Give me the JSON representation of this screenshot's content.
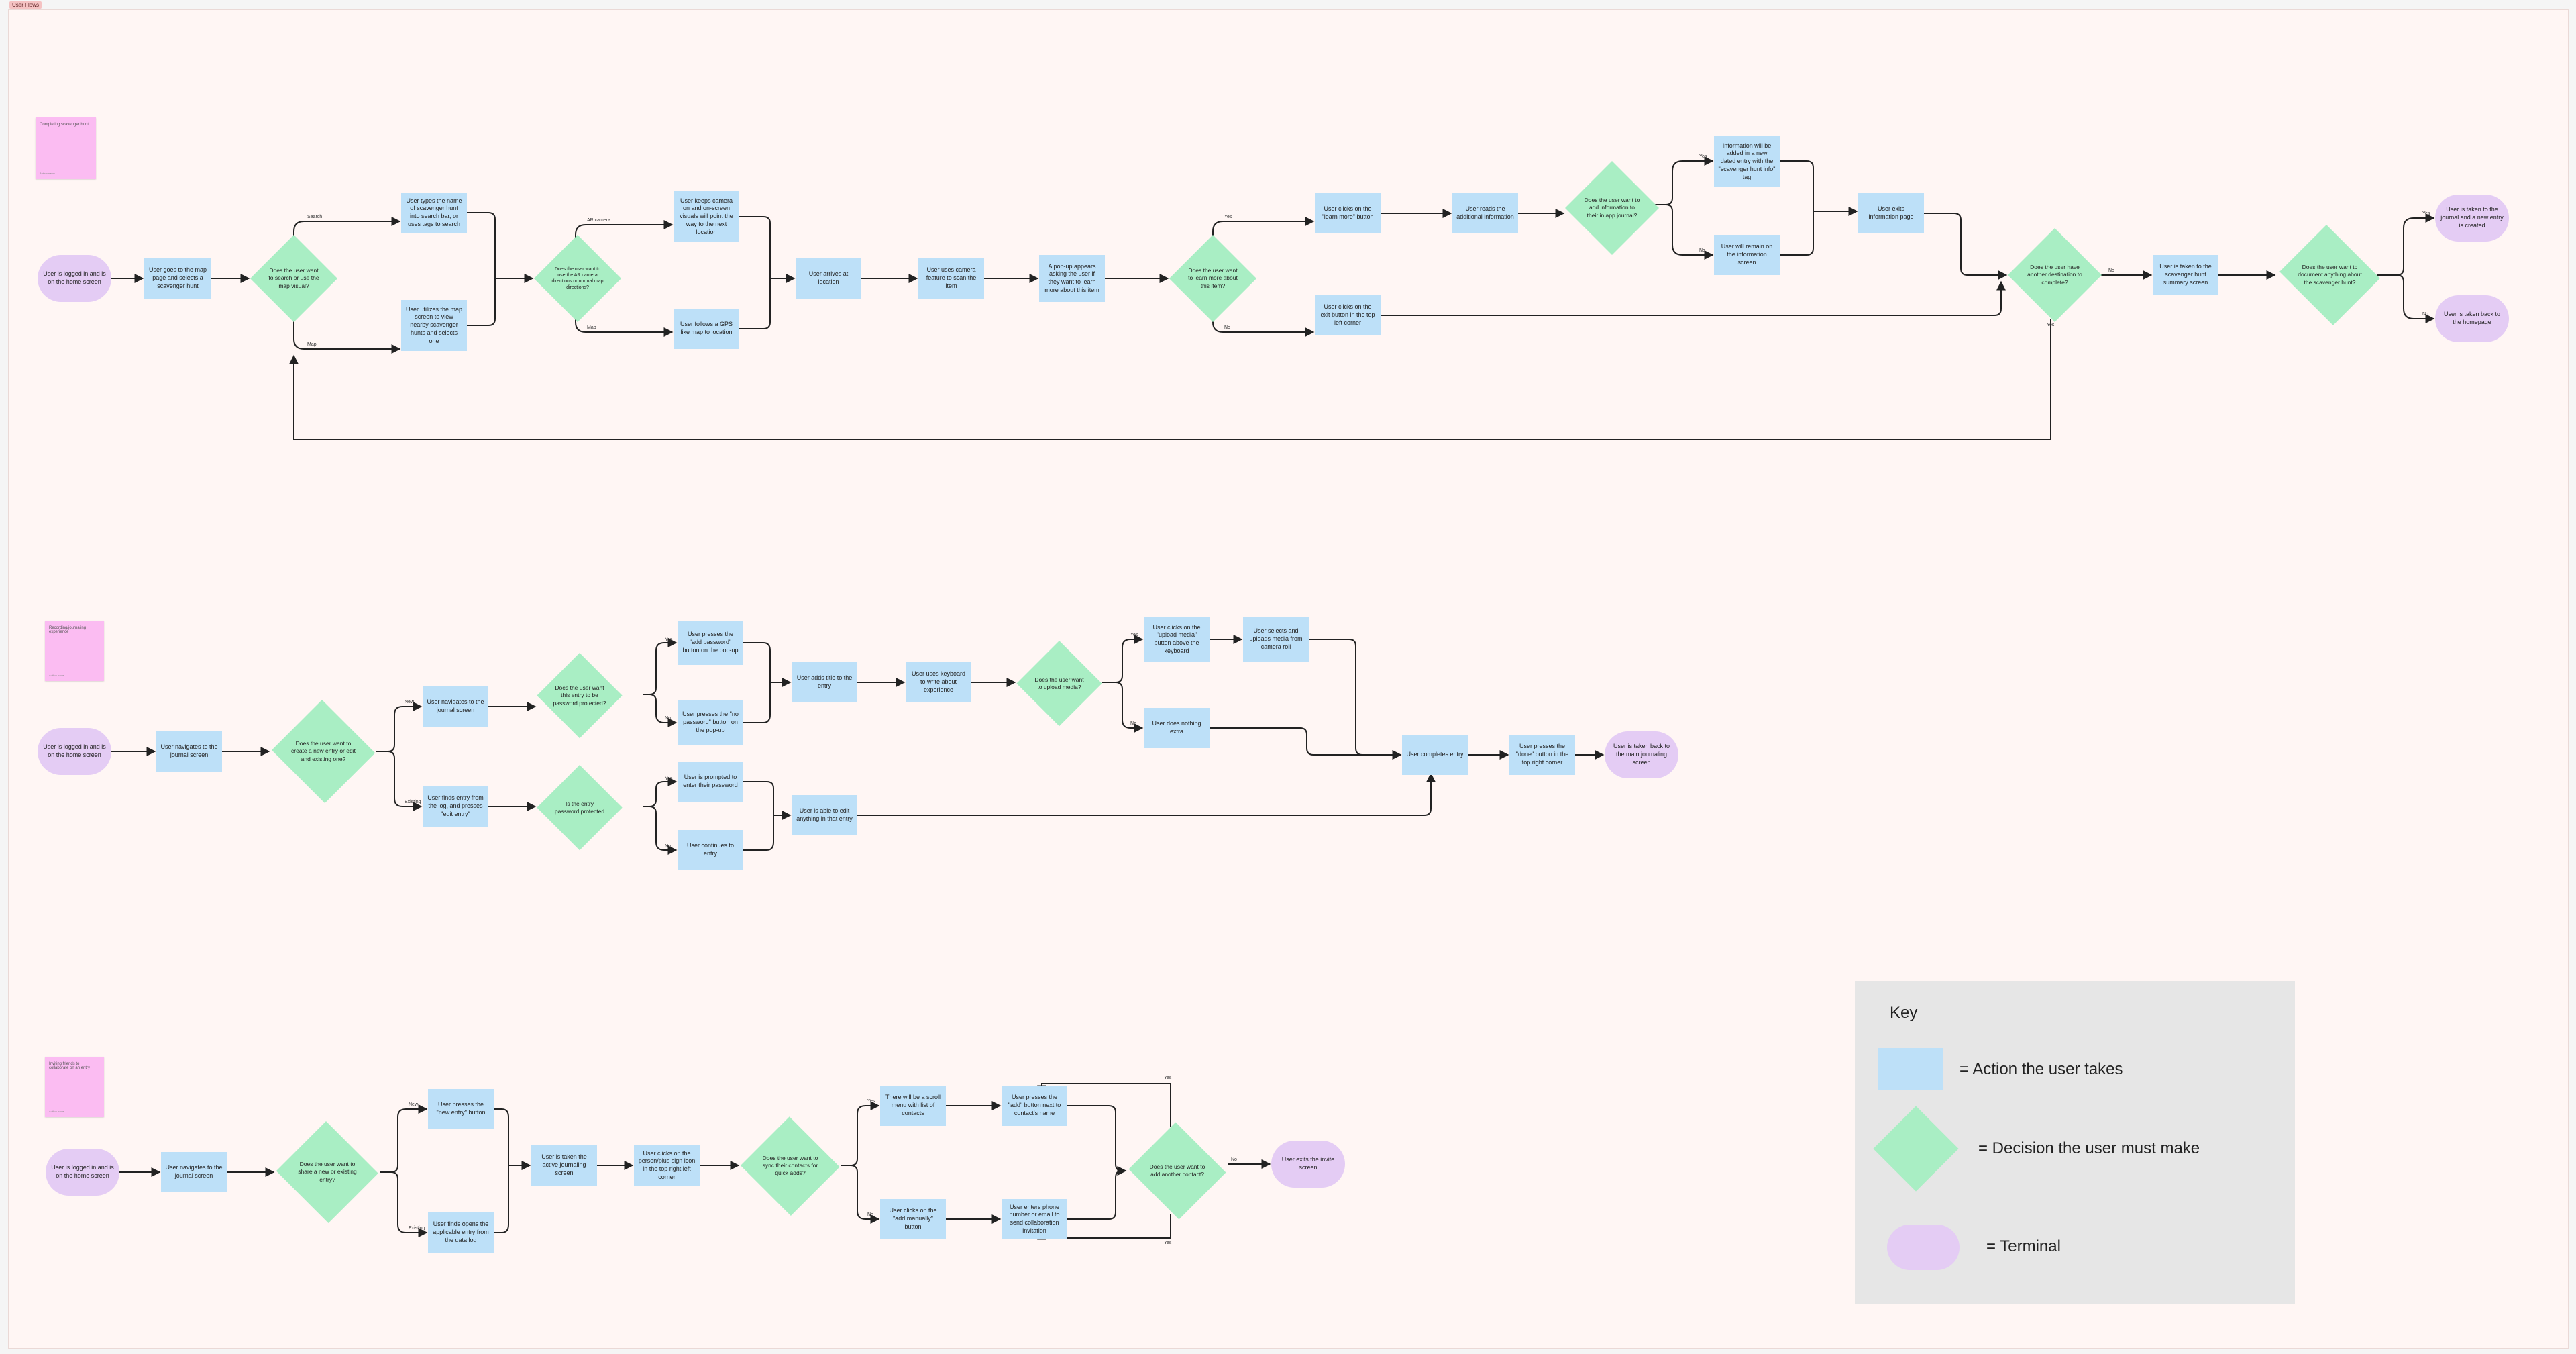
{
  "frame_label": "User Flows",
  "stickies": [
    {
      "text": "Completing scavenger hunt",
      "footer": "Author name"
    },
    {
      "text": "Recording/journaling experience",
      "footer": "Author name"
    },
    {
      "text": "Inviting friends to collaborate on an entry",
      "footer": "Author name"
    }
  ],
  "nodes": {
    "a1": "User is logged in and is on the home screen",
    "a2": "User goes to the map page and selects a scavenger hunt",
    "a3": "Does the user want to search or use the map visual?",
    "a4": "User types the name of scavenger hunt into search bar, or uses tags to search",
    "a5": "User utilizes the map screen to view nearby scavenger hunts and selects one",
    "a6": "Does the user want to use the AR camera directions or normal map directions?",
    "a7": "User keeps camera on and on-screen visuals will point the way to the next location",
    "a8": "User follows a GPS like map to location",
    "a9": "User arrives at location",
    "a10": "User uses camera feature to scan the item",
    "a11": "A pop-up appears asking the user if they want to learn more about this item",
    "a12": "Does the user want to learn more about this item?",
    "a13": "User clicks on the \"learn more\" button",
    "a14": "User clicks on the exit button in the top left corner",
    "a15": "User reads the additional information",
    "a16": "Does the user want to add information to their in app journal?",
    "a17": "Information will be added in a new dated entry with the \"scavenger hunt info\" tag",
    "a18": "User will remain on the information screen",
    "a19": "User exits information page",
    "a20": "Does the user have another destination to complete?",
    "a21": "User is taken to the scavenger hunt summary screen",
    "a22": "Does the user want to document anything about the scavenger hunt?",
    "a23": "User is taken to the journal and a new entry is created",
    "a24": "User is taken back to the homepage",
    "b1": "User is logged in and is on the home screen",
    "b2": "User navigates to the journal screen",
    "b3": "Does the user want to create a new entry or edit and existing one?",
    "b4": "User navigates to the journal screen",
    "b5": "User finds entry from the log, and presses \"edit entry\"",
    "b6": "Does the user want this entry to be password protected?",
    "b7": "Is the entry password protected",
    "b8": "User presses the \"add password\" button on the pop-up",
    "b9": "User presses the \"no password\" button on the pop-up",
    "b10": "User is prompted to enter their password",
    "b11": "User continues to entry",
    "b12": "User adds title to the entry",
    "b13": "User is able to edit anything in that entry",
    "b14": "User uses keyboard to write about experience",
    "b15": "Does the user want to upload media?",
    "b16": "User clicks on the \"upload media\" button above the keyboard",
    "b17": "User does nothing extra",
    "b18": "User selects and uploads media from camera roll",
    "b19": "User completes entry",
    "b20": "User presses the \"done\" button in the top right corner",
    "b21": "User is taken back to the main journaling screen",
    "c1": "User is logged in and is on the home screen",
    "c2": "User navigates to the journal screen",
    "c3": "Does the user want to share a new or existing entry?",
    "c4": "User presses the \"new entry\" button",
    "c5": "User finds opens the applicable entry from the data log",
    "c6": "User is taken the active journaling screen",
    "c7": "User clicks on the person/plus sign icon in the top right left corner",
    "c8": "Does the user want to sync their contacts for quick adds?",
    "c9": "There will be a scroll menu with list of contacts",
    "c10": "User clicks on the \"add manually\" button",
    "c11": "User presses the \"add\" button next to contact's name",
    "c12": "User enters phone number or email to send collaboration invitation",
    "c13": "Does the user want to add another contact?",
    "c14": "User exits the invite screen"
  },
  "edge_labels": {
    "search": "Search",
    "map": "Map",
    "ar_camera": "AR camera",
    "map2": "Map",
    "yes": "Yes",
    "no": "No",
    "new": "New",
    "existing": "Existing"
  },
  "key": {
    "title": "Key",
    "action": "= Action the user takes",
    "decision": "= Decision the user must make",
    "terminal": "= Terminal"
  },
  "colors": {
    "action": "#bde0f8",
    "decision": "#a9eec4",
    "terminal": "#e4ccf4",
    "sticky": "#fbbcf2",
    "canvas": "#fff6f4",
    "key_panel": "#e6e6e6"
  }
}
